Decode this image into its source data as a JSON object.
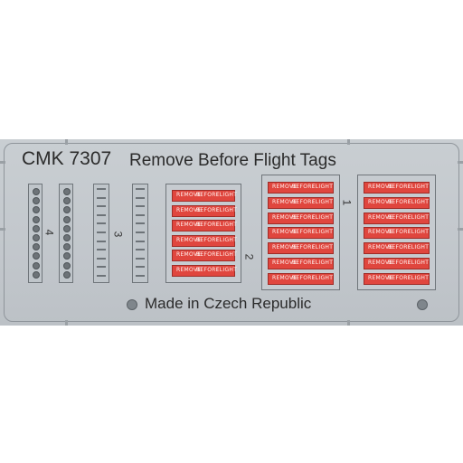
{
  "sheet": {
    "product_code": "CMK 7307",
    "title": "Remove Before Flight Tags",
    "origin_text": "Made in Czech Republic"
  },
  "parts": {
    "set4_label": "4",
    "set3_label": "3",
    "set2_label": "2",
    "set1_label": "1",
    "tag_words": [
      "REMOVE",
      "BEFORE",
      "FLIGHT"
    ]
  },
  "colors": {
    "fret": "#c6cbd0",
    "tag_red": "#e0463e"
  }
}
